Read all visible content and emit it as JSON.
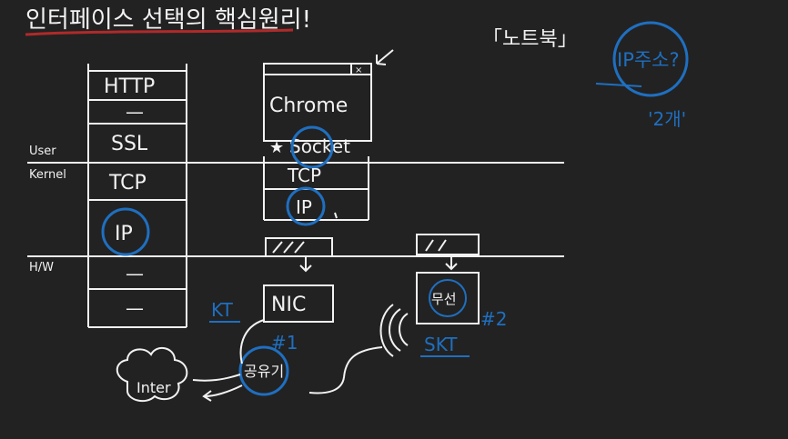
{
  "title": "인터페이스 선택의 핵심원리!",
  "topic": "「노트북」",
  "ip_note": "IP주소?",
  "ip_count": "'2개'",
  "layers": {
    "user": "User",
    "kernel": "Kernel",
    "hw": "H/W"
  },
  "stack": [
    "HTTP",
    "—",
    "SSL",
    "TCP",
    "IP",
    "—",
    "—"
  ],
  "app": {
    "name": "Chrome",
    "socket": "Socket",
    "tcp": "TCP",
    "ip": "IP",
    "nic": "NIC"
  },
  "labels": {
    "kt": "KT",
    "router1": "#1",
    "router1_text": "공유기",
    "router2": "#2",
    "router2_text": "무선",
    "skt": "SKT",
    "internet": "Inter"
  },
  "colors": {
    "background": "#222222",
    "ink": "#f2f2f2",
    "blue": "#1f6fc0",
    "red": "#b02a2a"
  }
}
